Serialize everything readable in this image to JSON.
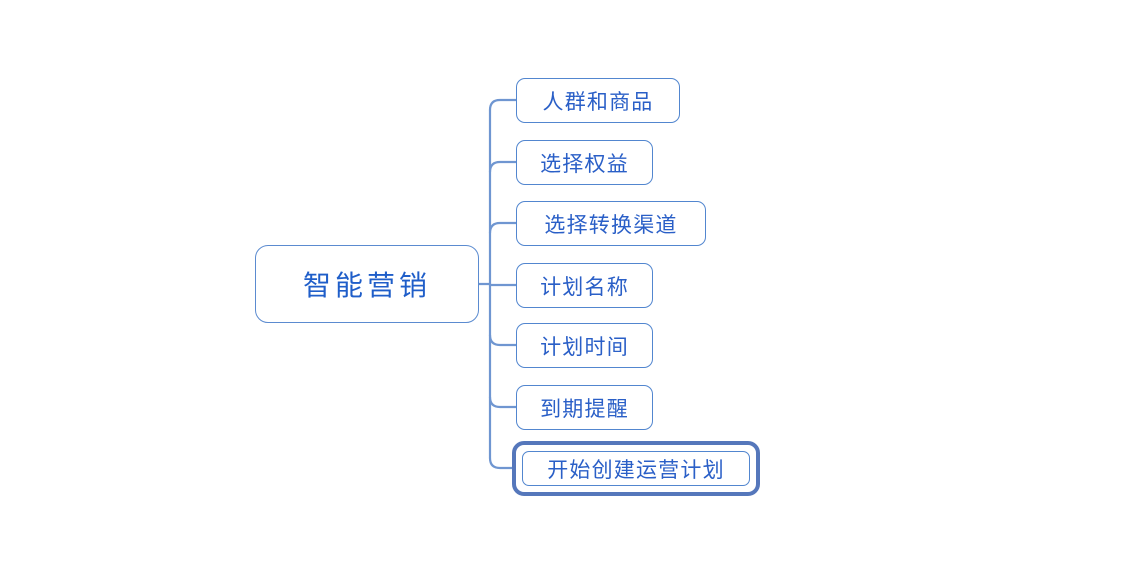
{
  "diagram": {
    "type": "mind-map",
    "background_color": "#ffffff",
    "node_border_color": "#5286cf",
    "node_text_color": "#2a5fc7",
    "root_text_color": "#1f5ec9",
    "connector_color": "#6f96d1",
    "highlight_ring_color": "#5577bb",
    "root": {
      "label": "智能营销"
    },
    "children": [
      {
        "label": "人群和商品",
        "highlighted": false
      },
      {
        "label": "选择权益",
        "highlighted": false
      },
      {
        "label": "选择转换渠道",
        "highlighted": false
      },
      {
        "label": "计划名称",
        "highlighted": false
      },
      {
        "label": "计划时间",
        "highlighted": false
      },
      {
        "label": "到期提醒",
        "highlighted": false
      },
      {
        "label": "开始创建运营计划",
        "highlighted": true
      }
    ]
  }
}
